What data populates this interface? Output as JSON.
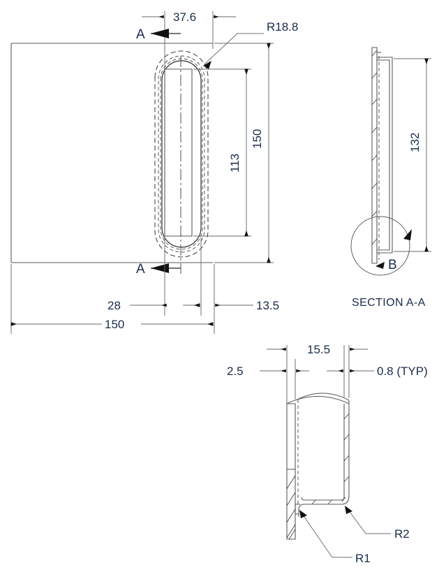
{
  "drawing": {
    "type": "engineering-technical-drawing",
    "units_implied": "mm",
    "background": "#ffffff",
    "line_color": "#555a5e",
    "text_color": "#1a2b4a",
    "views": [
      {
        "id": "front-view",
        "name": "Front View",
        "label": ""
      },
      {
        "id": "section-view",
        "name": "Section A-A",
        "label": "SECTION A-A"
      },
      {
        "id": "detail-view",
        "name": "Detail B",
        "label": ""
      }
    ]
  },
  "front_view": {
    "dimensions": {
      "slot_width": "37.6",
      "corner_radius": "R18.8",
      "overall_height": "150",
      "slot_height": "113",
      "left_offset": "28",
      "right_offset": "13.5",
      "overall_width": "150"
    },
    "section_marks": {
      "top_letter": "A",
      "bottom_letter": "A"
    }
  },
  "section_view": {
    "title": "SECTION A-A",
    "dimensions": {
      "height": "132"
    },
    "detail_mark": {
      "letter": "B"
    }
  },
  "detail_view": {
    "dimensions": {
      "flange_thickness": "2.5",
      "channel_width": "15.5",
      "wall_thickness": "0.8 (TYP)",
      "inner_radius": "R1",
      "outer_radius": "R2"
    }
  }
}
